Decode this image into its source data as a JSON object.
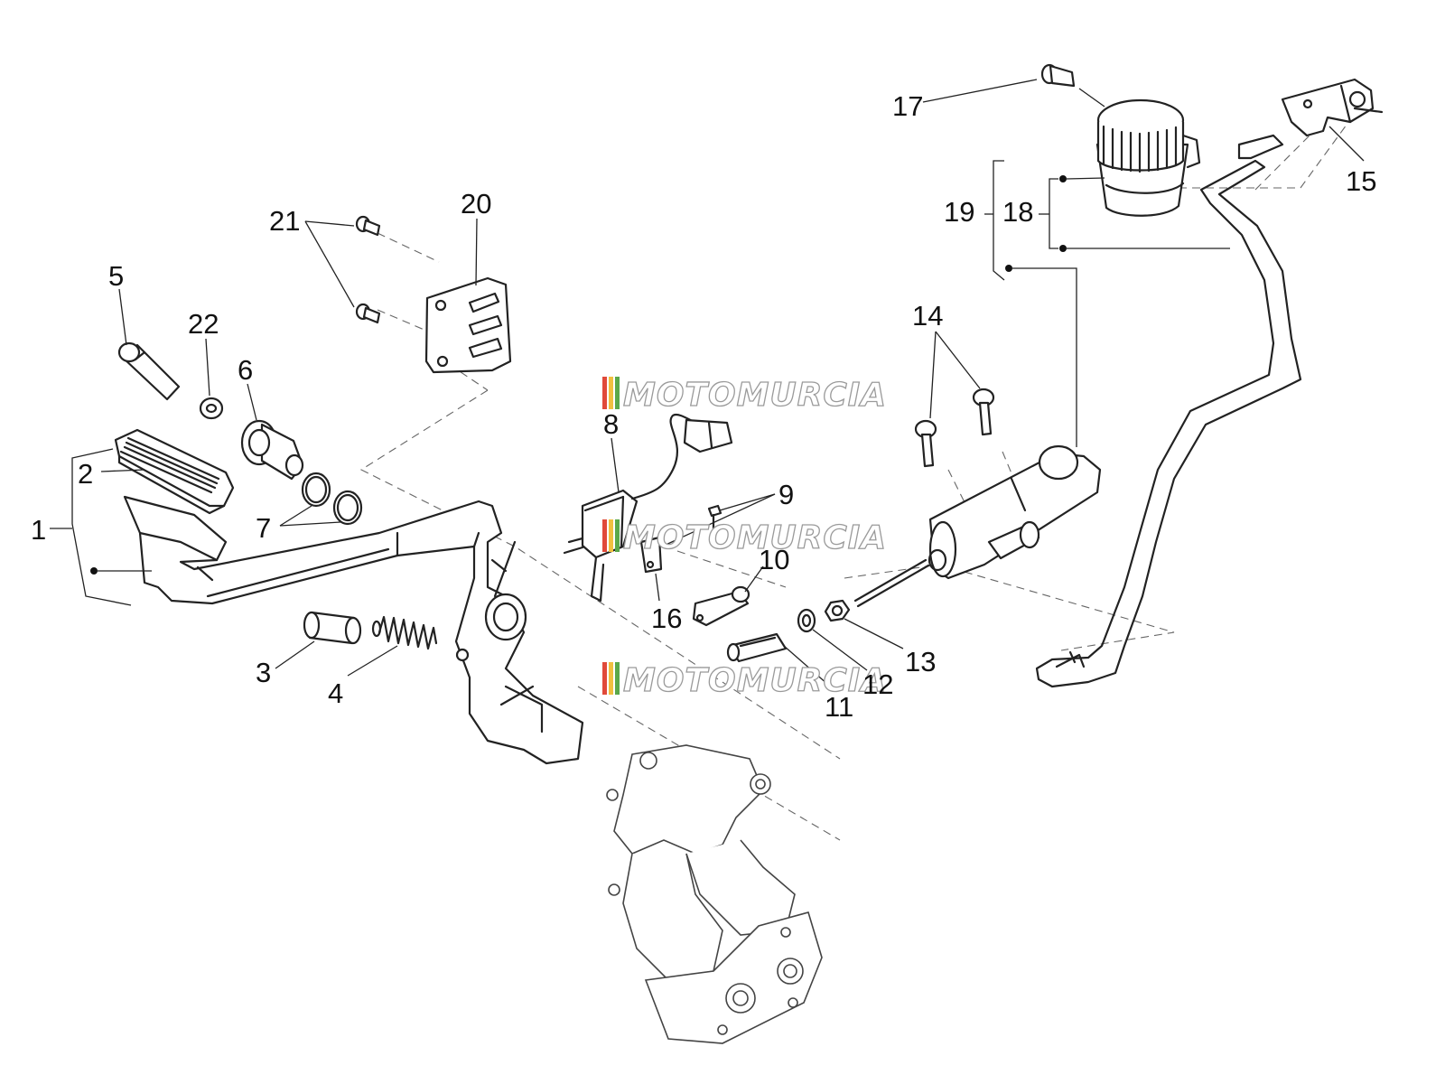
{
  "diagram": {
    "callouts": [
      "1",
      "2",
      "3",
      "4",
      "5",
      "6",
      "7",
      "8",
      "9",
      "10",
      "11",
      "12",
      "13",
      "14",
      "15",
      "16",
      "17",
      "18",
      "19",
      "20",
      "21",
      "22"
    ],
    "watermark": "MOTOMURCIA",
    "watermark_stripe_colors": [
      "#e04a3a",
      "#f0c040",
      "#5aa84a"
    ]
  }
}
